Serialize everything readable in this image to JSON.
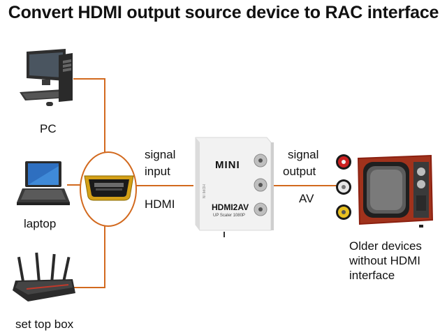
{
  "title": "Convert HDMI output source device to RAC interface",
  "sources": {
    "pc": "PC",
    "laptop": "laptop",
    "set_top_box": "set top box"
  },
  "input": {
    "signal_line1": "signal",
    "signal_line2": "input",
    "type": "HDMI"
  },
  "converter": {
    "brand": "MINI",
    "model": "HDMI2AV",
    "subtitle": "UP Scaler 1080P"
  },
  "output": {
    "signal_line1": "signal",
    "signal_line2": "output",
    "type": "AV"
  },
  "target": {
    "line1": "Older devices",
    "line2": "without HDMI",
    "line3": "interface"
  },
  "colors": {
    "connector_line": "#d2691e",
    "rca_red": "#cc2020",
    "rca_white": "#e8e8e8",
    "rca_yellow": "#e8c020",
    "tv_body": "#8b2010"
  },
  "icons": [
    "desktop-pc-icon",
    "laptop-icon",
    "router-icon",
    "hdmi-port-icon",
    "converter-box-icon",
    "rca-plug-icon",
    "retro-tv-icon"
  ]
}
